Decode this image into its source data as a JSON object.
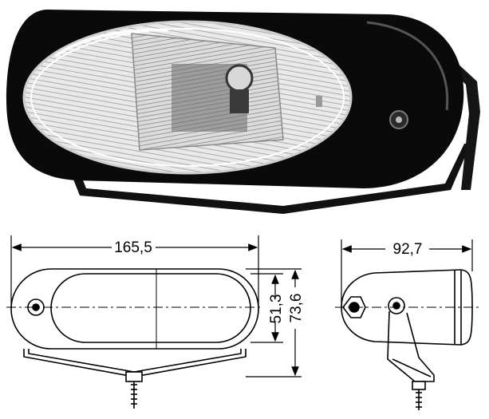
{
  "dimensions": {
    "front_width": "165,5",
    "lens_height": "51,3",
    "total_height": "73,6",
    "side_depth": "92,7"
  },
  "colors": {
    "line": "#000000",
    "housing": "#0a0a0a",
    "lens_light": "#f2f2f2",
    "lens_mid": "#bdbdbd"
  }
}
